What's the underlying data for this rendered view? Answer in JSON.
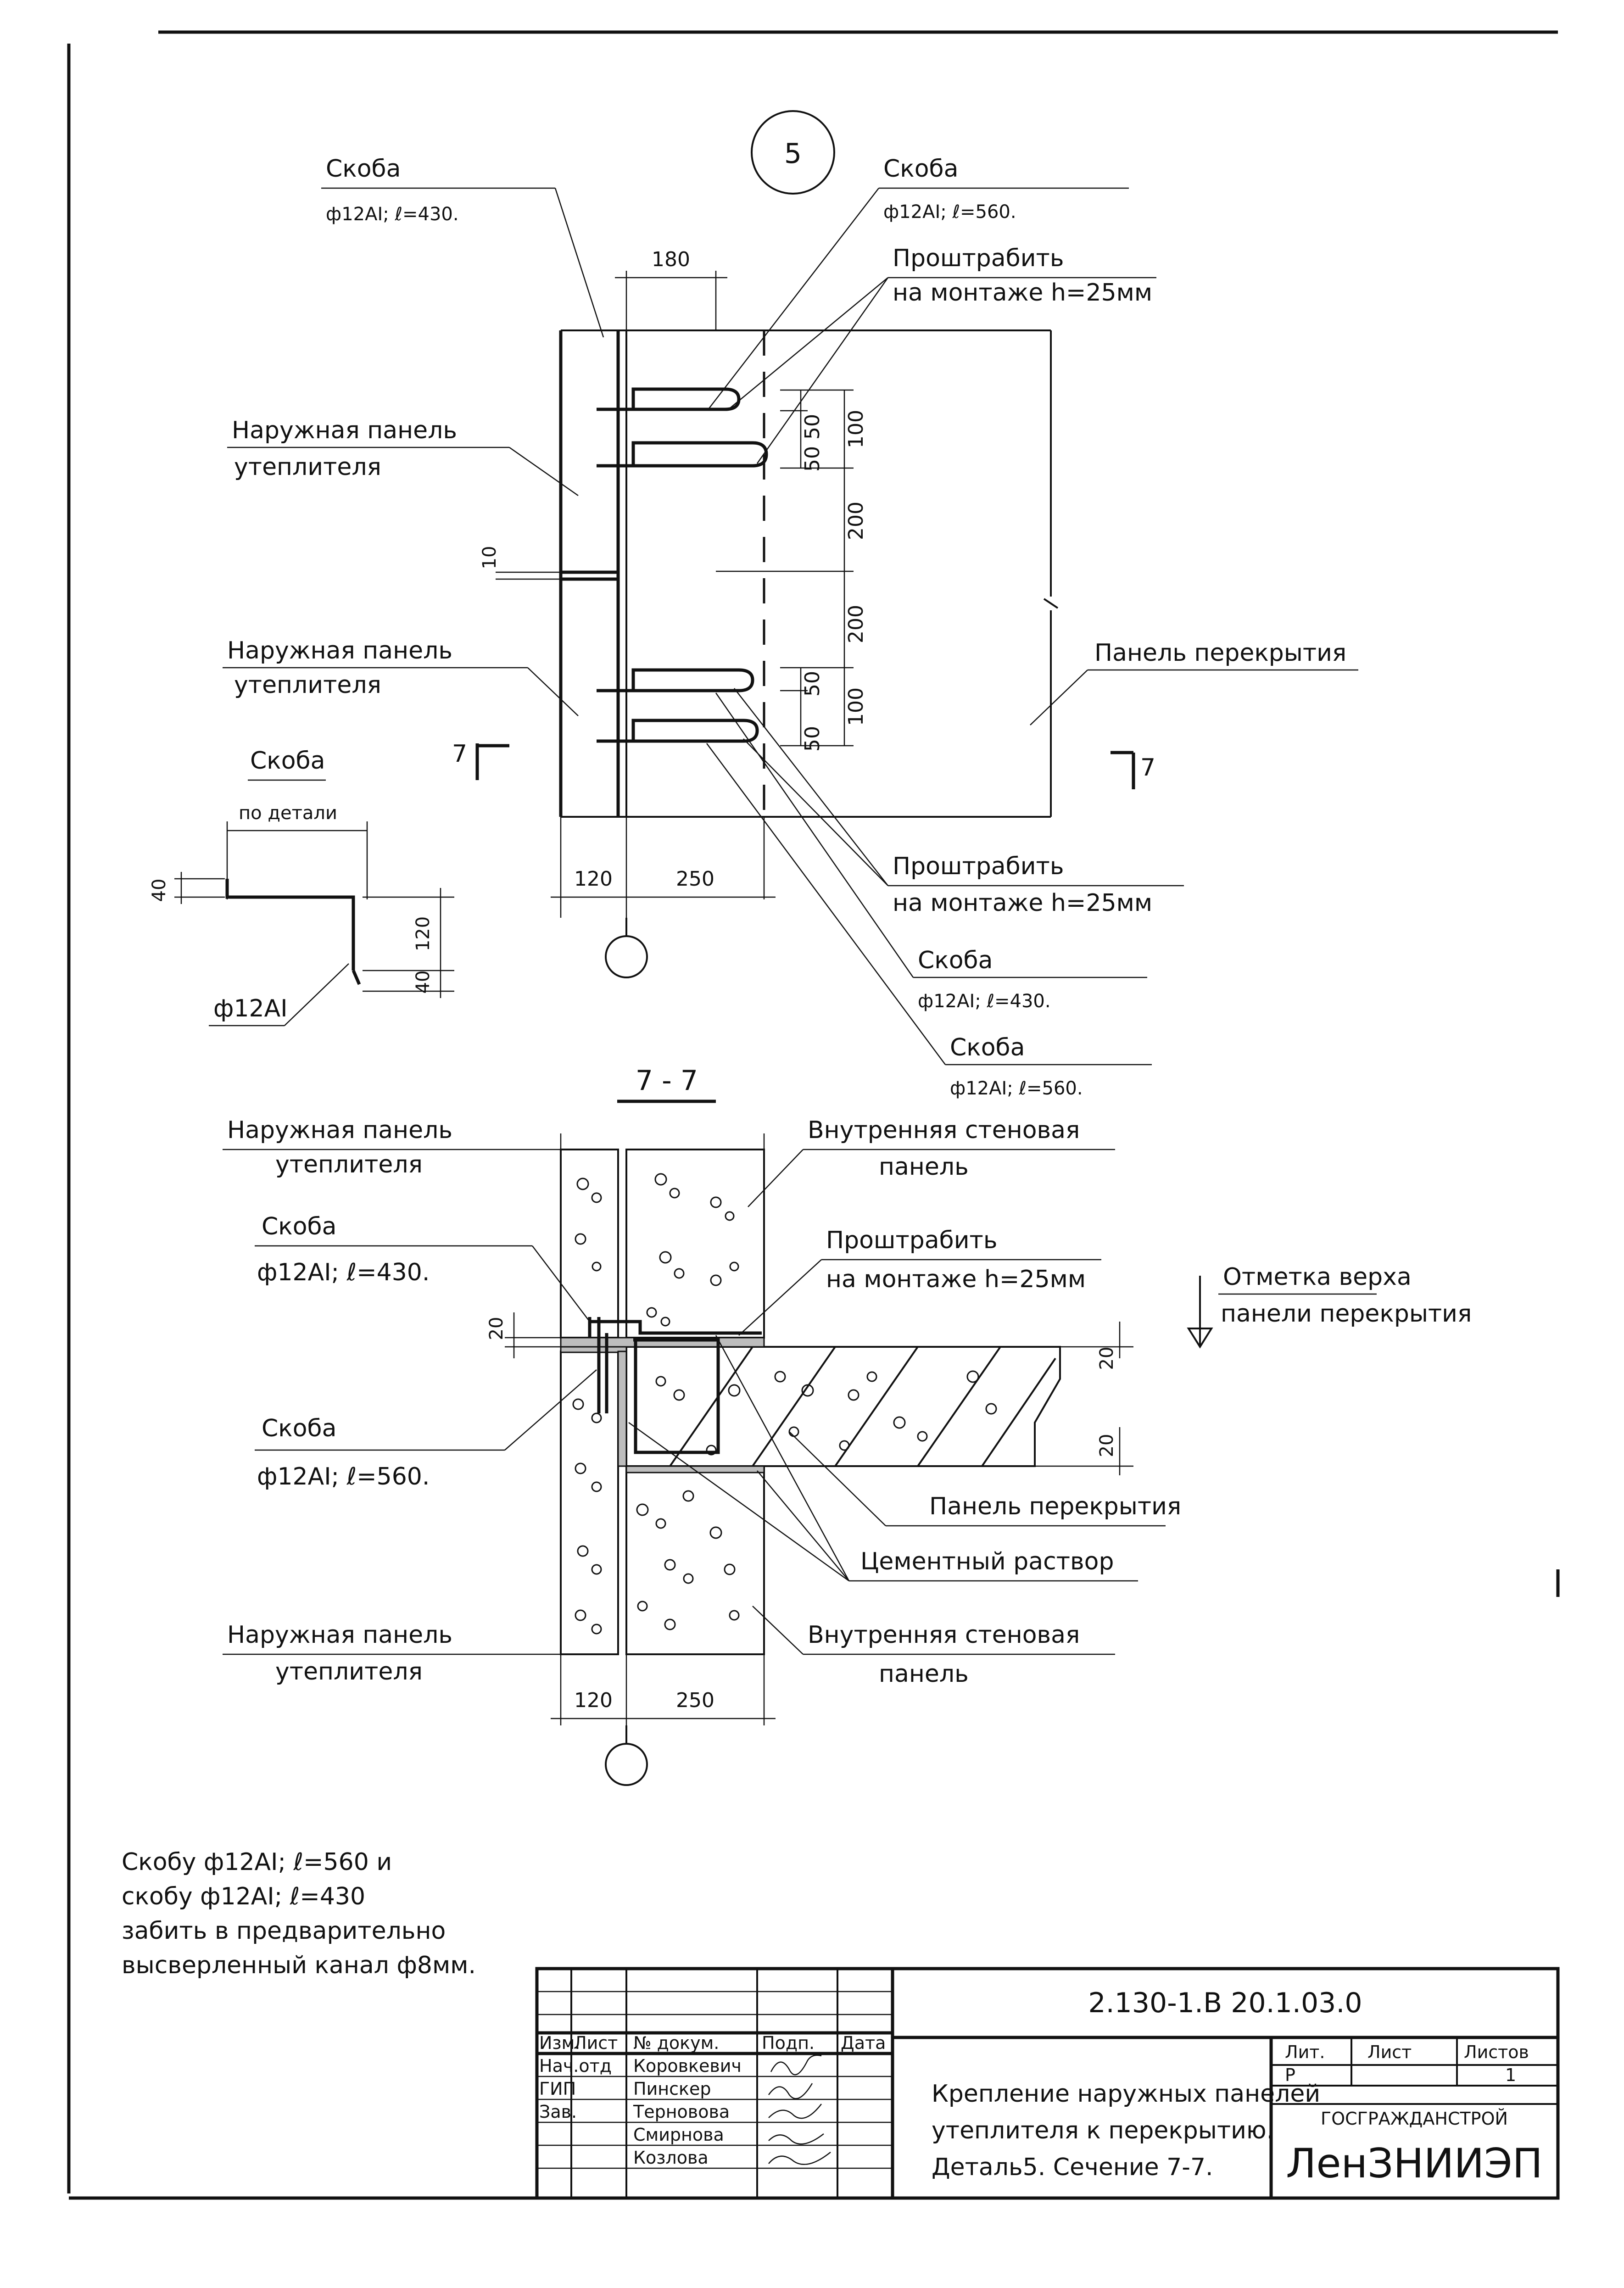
{
  "detail": {
    "number": "5",
    "labels": {
      "skoba_top_left": "Скоба",
      "skoba_top_left_spec": "ф12АI; ℓ=430.",
      "skoba_top_right": "Скоба",
      "skoba_top_right_spec": "ф12АI; ℓ=560.",
      "groove_top_1": "Проштрабить",
      "groove_top_2": "на монтаже h=25мм",
      "outer_panel_1a": "Наружная панель",
      "outer_panel_1b": "утеплителя",
      "outer_panel_2a": "Наружная панель",
      "outer_panel_2b": "утеплителя",
      "floor_panel": "Панель перекрытия",
      "section_mark": "7",
      "groove_bottom_1": "Проштрабить",
      "groove_bottom_2": "на монтаже h=25мм",
      "skoba_b1": "Скоба",
      "skoba_b1_spec": "ф12АI; ℓ=430.",
      "skoba_b2": "Скоба",
      "skoba_b2_spec": "ф12АI; ℓ=560."
    },
    "dims": {
      "d180": "180",
      "d50a": "50",
      "d100a": "100",
      "d50b": "50",
      "d200a": "200",
      "d10": "10",
      "d200b": "200",
      "d50c": "50",
      "d100b": "100",
      "d50d": "50",
      "d120": "120",
      "d250": "250"
    }
  },
  "bracket": {
    "title": "Скоба",
    "subtitle": "по детали",
    "d40a": "40",
    "d120": "120",
    "d40b": "40",
    "spec": "ф12АI"
  },
  "section": {
    "title": "7 - 7",
    "labels": {
      "outer_top_a": "Наружная панель",
      "outer_top_b": "утеплителя",
      "inner_top_a": "Внутренняя стеновая",
      "inner_top_b": "панель",
      "skoba1": "Скоба",
      "skoba1_spec": "ф12АI; ℓ=430.",
      "groove_a": "Проштрабить",
      "groove_b": "на монтаже h=25мм",
      "level_a": "Отметка верха",
      "level_b": "панели перекрытия",
      "skoba2": "Скоба",
      "skoba2_spec": "ф12АI; ℓ=560.",
      "floor": "Панель перекрытия",
      "mortar": "Цементный раствор",
      "outer_bot_a": "Наружная панель",
      "outer_bot_b": "утеплителя",
      "inner_bot_a": "Внутренняя стеновая",
      "inner_bot_b": "панель"
    },
    "dims": {
      "d20a": "20",
      "d20b": "20",
      "d20c": "20",
      "d120": "120",
      "d250": "250"
    }
  },
  "note": {
    "line1": "Скобу ф12АI; ℓ=560 и",
    "line2": "скобу ф12АI; ℓ=430",
    "line3": "забить в предварительно",
    "line4": "высверленный канал ф8мм."
  },
  "title_block": {
    "code": "2.130-1.В 20.1.03.0",
    "headers": {
      "izm": "Изм.",
      "list": "Лист",
      "doc": "№ докум.",
      "sign": "Подп.",
      "date": "Дата"
    },
    "rows": [
      {
        "role": "Нач.отд",
        "name": "Коровкевич"
      },
      {
        "role": "ГИП",
        "name": "Пинскер"
      },
      {
        "role": "Зав.",
        "name": "Терновова"
      },
      {
        "role": "",
        "name": "Смирнова"
      },
      {
        "role": "",
        "name": "Козлова"
      }
    ],
    "description1": "Крепление наружных панелей",
    "description2": "утеплителя к перекрытию.",
    "description3": "Деталь5. Сечение 7-7.",
    "lit_label": "Лит.",
    "sheet_label": "Лист",
    "sheets_label": "Листов",
    "lit_value": "Р",
    "sheet_value": "",
    "sheets_value": "1",
    "org1": "ГОСГРАЖДАНСТРОЙ",
    "org2": "ЛенЗНИИЭП"
  }
}
